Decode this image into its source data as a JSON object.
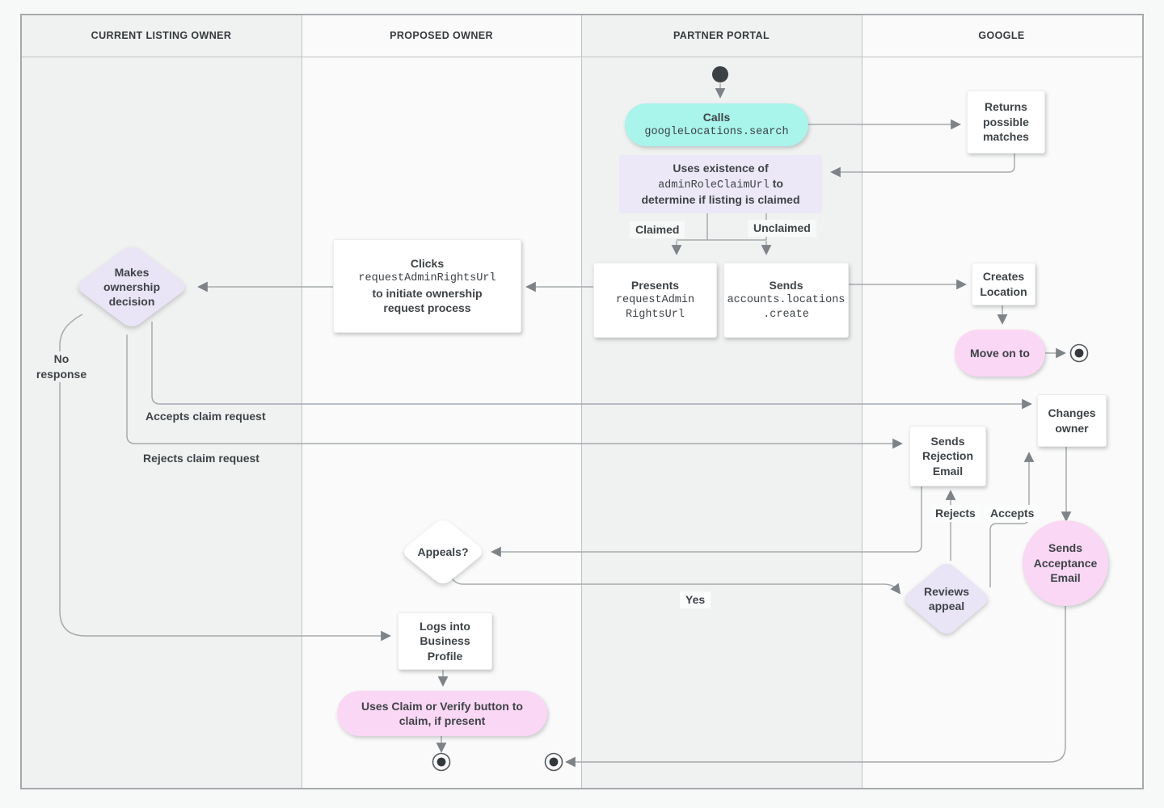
{
  "header": {
    "lanes": [
      "CURRENT LISTING OWNER",
      "PROPOSED OWNER",
      "PARTNER PORTAL",
      "GOOGLE"
    ]
  },
  "nodes": {
    "calls": {
      "title": "Calls",
      "code": "googleLocations.search"
    },
    "returns_matches": {
      "label": "Returns possible matches"
    },
    "uses_existence": {
      "line1": "Uses existence of",
      "code": "adminRoleClaimUrl",
      "line2_suffix": " to",
      "line3": "determine if listing is claimed"
    },
    "presents": {
      "title": "Presents",
      "code_lines": [
        "requestAdmin",
        "RightsUrl"
      ]
    },
    "sends_create": {
      "title": "Sends",
      "code_lines": [
        "accounts.locations",
        ".create"
      ]
    },
    "creates_location": {
      "label": "Creates Location"
    },
    "move_on": {
      "label": "Move on to"
    },
    "clicks": {
      "title": "Clicks",
      "code": "requestAdminRightsUrl",
      "rest": "to initiate ownership request process"
    },
    "makes_decision": {
      "label": "Makes ownership decision"
    },
    "changes_owner": {
      "label": "Changes owner"
    },
    "sends_rejection": {
      "label": "Sends Rejection Email"
    },
    "reviews_appeal": {
      "label": "Reviews appeal"
    },
    "sends_acceptance": {
      "label": "Sends Acceptance Email"
    },
    "appeals": {
      "label": "Appeals?"
    },
    "logs_into": {
      "label": "Logs into Business Profile"
    },
    "uses_claim": {
      "label": "Uses Claim or Verify button to claim, if present"
    }
  },
  "edge_labels": {
    "claimed": "Claimed",
    "unclaimed": "Unclaimed",
    "no_response": "No response",
    "accepts_claim": "Accepts claim request",
    "rejects_claim": "Rejects claim request",
    "yes": "Yes",
    "rejects": "Rejects",
    "accepts": "Accepts"
  },
  "colors": {
    "teal": "#A9F4EB",
    "pink": "#FAD7F4",
    "lavender_box": "#ECE8F8",
    "lavender_diamond": "#E9E4F6",
    "line": "#A6AAAD",
    "arrow": "#7E8388",
    "text": "#3E4347"
  }
}
